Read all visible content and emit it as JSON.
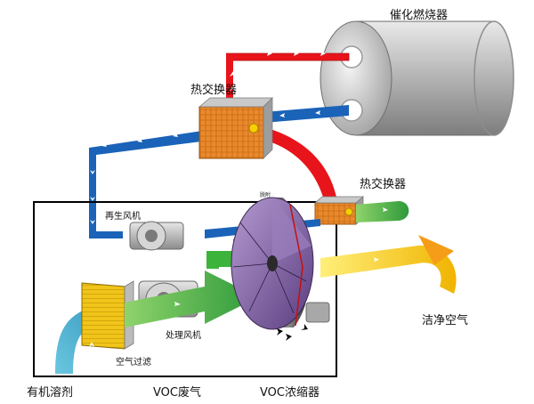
{
  "labels": {
    "catalytic_burner": "催化燃烧器",
    "heat_exchanger_top": "热交换器",
    "heat_exchanger_right": "热交换器",
    "regen_fan": "再生风机",
    "process_fan": "处理风机",
    "air_filter": "空气过滤",
    "clean_air": "洁净空气",
    "organic_solvent": "有机溶剂",
    "voc_waste_gas": "VOC废气",
    "voc_concentrator": "VOC浓缩器",
    "desorb_zone": "脱附"
  },
  "colors": {
    "hot_red": "#e8141b",
    "cool_blue": "#1a63b8",
    "flow_green": "#3cb43c",
    "clean_yellow": "#f5c518",
    "inlet_teal": "#36a6c9",
    "filter_yellow": "#f0c419",
    "exchanger_orange": "#e9892d",
    "burner_gray": "#b9b9b9",
    "rotor_purple": "#7a5b9a"
  },
  "icons": {
    "arrow_glyph": "chevron-arrow",
    "flame_glyph": "burner-flame"
  }
}
